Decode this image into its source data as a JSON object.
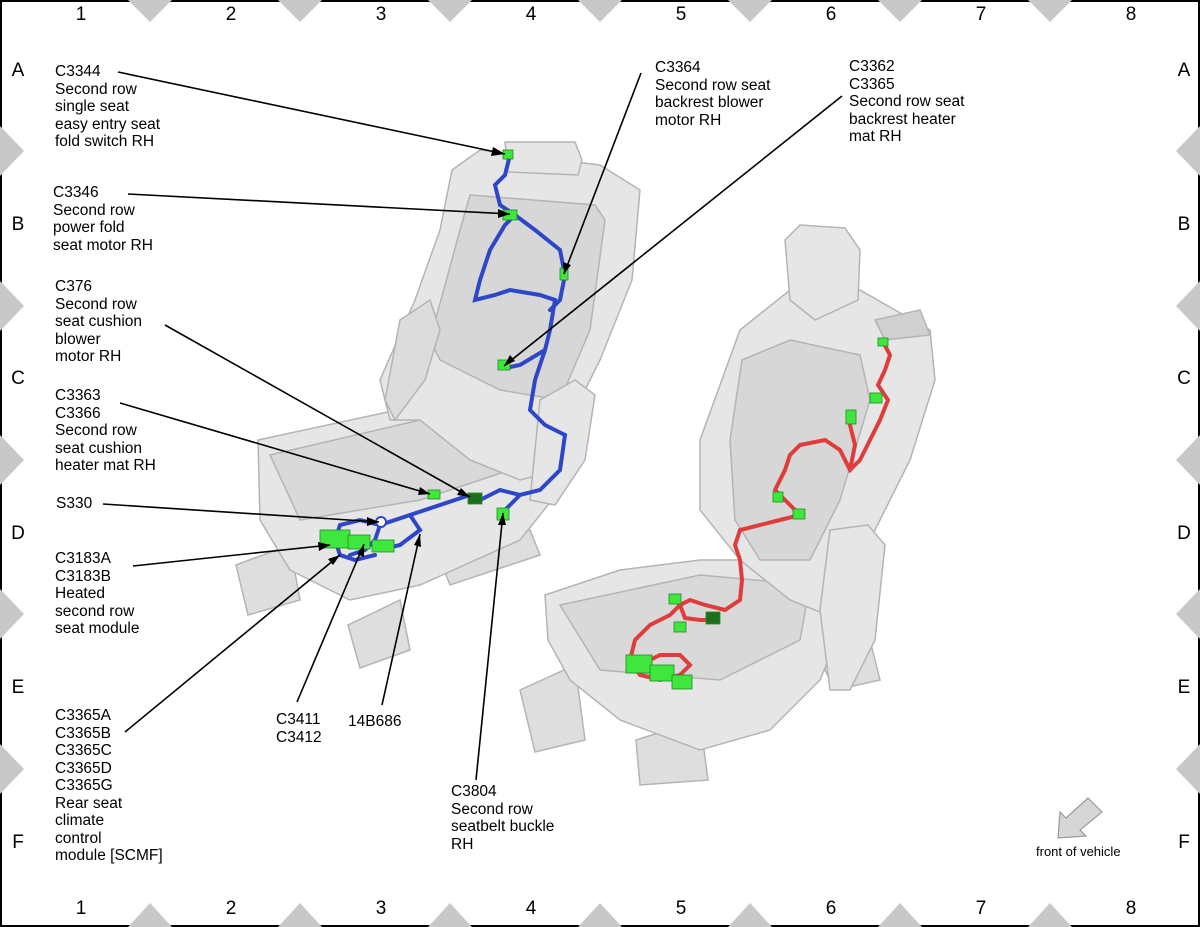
{
  "grid": {
    "columns": [
      "1",
      "2",
      "3",
      "4",
      "5",
      "6",
      "7",
      "8"
    ],
    "rows": [
      "A",
      "B",
      "C",
      "D",
      "E",
      "F"
    ]
  },
  "callouts": [
    {
      "name": "c3344",
      "text": "C3344\nSecond row\nsingle seat\neasy entry seat\nfold switch RH"
    },
    {
      "name": "c3346",
      "text": "C3346\nSecond row\npower fold\nseat motor RH"
    },
    {
      "name": "c376",
      "text": "C376\nSecond row\nseat cushion\nblower\nmotor RH"
    },
    {
      "name": "c3363",
      "text": "C3363\nC3366\nSecond row\nseat cushion\nheater mat RH"
    },
    {
      "name": "s330",
      "text": "S330"
    },
    {
      "name": "c3183",
      "text": "C3183A\nC3183B\nHeated\nsecond row\nseat module"
    },
    {
      "name": "c3365",
      "text": "C3365A\nC3365B\nC3365C\nC3365D\nC3365G\nRear seat\nclimate\ncontrol\nmodule [SCMF]"
    },
    {
      "name": "c3411",
      "text": "C3411\nC3412"
    },
    {
      "name": "h14b686",
      "text": "14B686"
    },
    {
      "name": "c3804",
      "text": "C3804\nSecond row\nseatbelt buckle\nRH"
    },
    {
      "name": "c3364",
      "text": "C3364\nSecond row seat\nbackrest blower\nmotor RH"
    },
    {
      "name": "c3362",
      "text": "C3362\nC3365\nSecond row seat\nbackrest heater\nmat RH"
    }
  ],
  "front_of_vehicle": "front of vehicle",
  "colors": {
    "frame": "#000000",
    "marker": "#c8c8c8",
    "seat_fill": "#e6e6e6",
    "seat_edge": "#b4b4b4",
    "harness_left": "#2e46c8",
    "harness_right": "#e03c3c",
    "connector": "#3ee63e",
    "leader": "#000000"
  }
}
